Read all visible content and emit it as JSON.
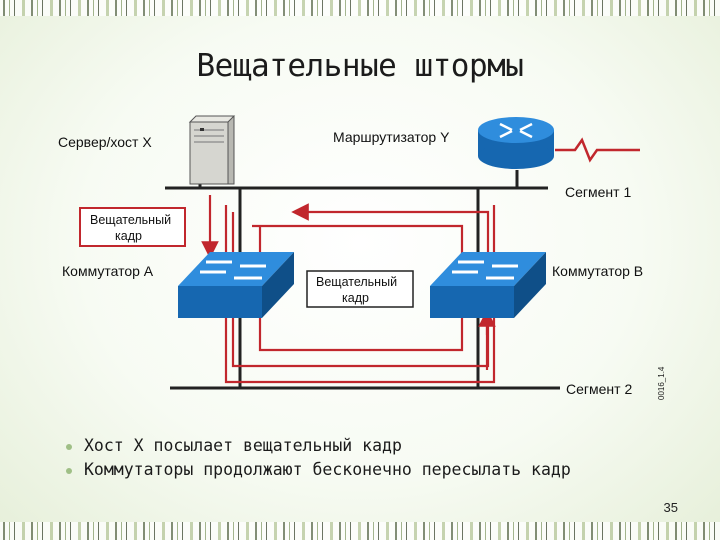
{
  "title": "Вещательные штормы",
  "labels": {
    "server": "Сервер/хост X",
    "router": "Маршрутизатор Y",
    "segment1": "Сегмент 1",
    "segment2": "Сегмент 2",
    "switch_a": "Коммутатор A",
    "switch_b": "Коммутатор B",
    "frame_top_line1": "Вещательный",
    "frame_top_line2": "кадр",
    "frame_mid_line1": "Вещательный",
    "frame_mid_line2": "кадр",
    "figure_code": "0016_1.4"
  },
  "bullets": [
    "Хост X посылает вещательный кадр",
    "Коммутаторы продолжают бесконечно пересылать кадр"
  ],
  "page_number": "35",
  "colors": {
    "frame_path": "#c1272d",
    "device_blue": "#1e78c8",
    "link_line": "#222222"
  }
}
